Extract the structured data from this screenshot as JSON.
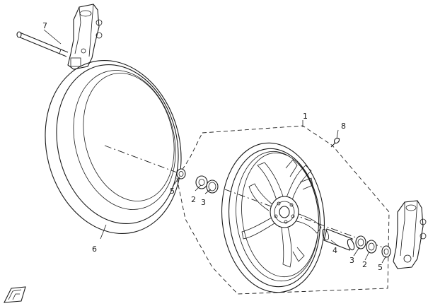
{
  "callouts": {
    "c1": "1",
    "c2a": "2",
    "c2b": "2",
    "c3a": "3",
    "c3b": "3",
    "c4": "4",
    "c5a": "5",
    "c5b": "5",
    "c6": "6",
    "c7": "7",
    "c8": "8"
  },
  "icons": {
    "corner_logo": "direction-arrow-logo-icon"
  }
}
